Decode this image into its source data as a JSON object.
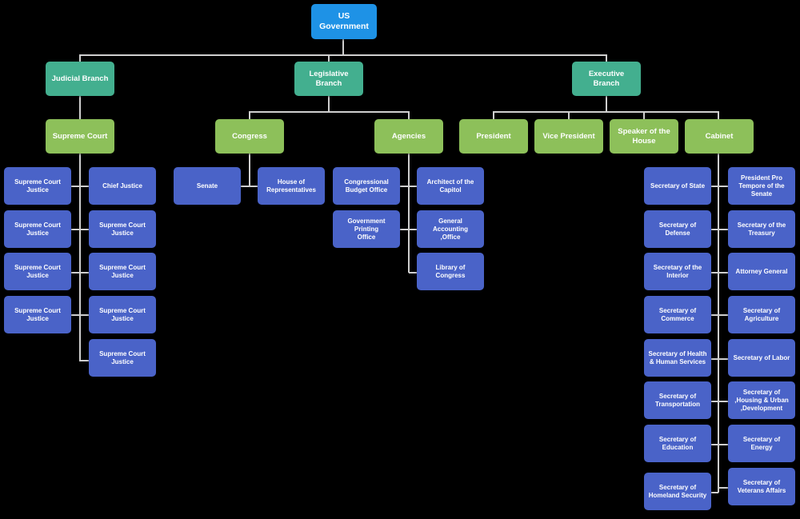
{
  "diagram": {
    "title": "US Government Organizational Chart",
    "type": "org-chart",
    "colors": {
      "background": "#000000",
      "root": "#1e92e6",
      "branch": "#43af8f",
      "department": "#8dc05a",
      "leaf": "#4a63c8",
      "connector": "#cfcfcf",
      "text": "#ffffff"
    },
    "nodes": {
      "root": {
        "label": "US Government",
        "level": "root"
      },
      "judicial_branch": {
        "label": "Judicial Branch",
        "level": "branch"
      },
      "legislative_branch": {
        "label": "Legislative Branch",
        "level": "branch"
      },
      "executive_branch": {
        "label": "Executive Branch",
        "level": "branch"
      },
      "supreme_court": {
        "label": "Supreme Court",
        "level": "department"
      },
      "congress": {
        "label": "Congress",
        "level": "department"
      },
      "agencies": {
        "label": "Agencies",
        "level": "department"
      },
      "president": {
        "label": "President",
        "level": "department"
      },
      "vice_president": {
        "label": "Vice President",
        "level": "department"
      },
      "speaker_of_the_house": {
        "label": "Speaker of the\nHouse",
        "level": "department"
      },
      "cabinet": {
        "label": "Cabinet",
        "level": "department"
      },
      "scj_left_1": {
        "label": "Supreme Court\nJustice",
        "level": "leaf"
      },
      "scj_left_2": {
        "label": "Supreme Court\nJustice",
        "level": "leaf"
      },
      "scj_left_3": {
        "label": "Supreme Court\nJustice",
        "level": "leaf"
      },
      "scj_left_4": {
        "label": "Supreme Court\nJustice",
        "level": "leaf"
      },
      "chief_justice": {
        "label": "Chief Justice",
        "level": "leaf"
      },
      "scj_right_1": {
        "label": "Supreme Court\nJustice",
        "level": "leaf"
      },
      "scj_right_2": {
        "label": "Supreme Court\nJustice",
        "level": "leaf"
      },
      "scj_right_3": {
        "label": "Supreme Court\nJustice",
        "level": "leaf"
      },
      "scj_right_4": {
        "label": "Supreme Court\nJustice",
        "level": "leaf"
      },
      "senate": {
        "label": "Senate",
        "level": "leaf"
      },
      "house_of_representatives": {
        "label": "House of\nRepresentatives",
        "level": "leaf"
      },
      "congressional_budget_office": {
        "label": "Congressional\nBudget Office",
        "level": "leaf"
      },
      "government_printing_office": {
        "label": "Government Printing\nOffice",
        "level": "leaf"
      },
      "architect_of_the_capitol": {
        "label": "Architect of the\nCapitol",
        "level": "leaf"
      },
      "general_accounting_office": {
        "label": "General Accounting\n,Office",
        "level": "leaf"
      },
      "library_of_congress": {
        "label": "Library of Congress",
        "level": "leaf"
      },
      "secretary_of_state": {
        "label": "Secretary of State",
        "level": "leaf"
      },
      "secretary_of_defense": {
        "label": "Secretary of\nDefense",
        "level": "leaf"
      },
      "secretary_of_the_interior": {
        "label": "Secretary of the\nInterior",
        "level": "leaf"
      },
      "secretary_of_commerce": {
        "label": "Secretary of\nCommerce",
        "level": "leaf"
      },
      "secretary_of_health_human_services": {
        "label": "Secretary of Health\n& Human Services",
        "level": "leaf"
      },
      "secretary_of_transportation": {
        "label": "Secretary of\nTransportation",
        "level": "leaf"
      },
      "secretary_of_education": {
        "label": "Secretary of\nEducation",
        "level": "leaf"
      },
      "secretary_of_homeland_security": {
        "label": "Secretary of\nHomeland Security",
        "level": "leaf"
      },
      "president_pro_tempore": {
        "label": "President Pro\nTempore of the\nSenate",
        "level": "leaf"
      },
      "secretary_of_the_treasury": {
        "label": "Secretary of the\nTreasury",
        "level": "leaf"
      },
      "attorney_general": {
        "label": "Attorney General",
        "level": "leaf"
      },
      "secretary_of_agriculture": {
        "label": "Secretary of\nAgriculture",
        "level": "leaf"
      },
      "secretary_of_labor": {
        "label": "Secretary of Labor",
        "level": "leaf"
      },
      "secretary_of_hud": {
        "label": "Secretary of\n,Housing & Urban\n,Development",
        "level": "leaf"
      },
      "secretary_of_energy": {
        "label": "Secretary of Energy",
        "level": "leaf"
      },
      "secretary_of_veterans_affairs": {
        "label": "Secretary of\nVeterans Affairs",
        "level": "leaf"
      }
    }
  }
}
